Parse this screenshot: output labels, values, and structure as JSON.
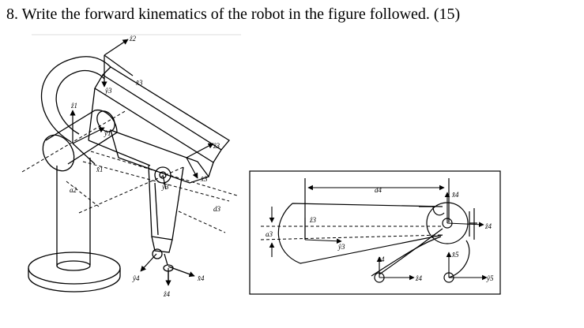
{
  "question": {
    "text": "8. Write the forward kinematics of the robot in the figure followed. (15)"
  },
  "figure_3d": {
    "labels": {
      "z_top": "ẑ2",
      "x_top": "x̂3",
      "y_upper": "ŷ3",
      "z_left": "ẑ1",
      "y_left": "ŷ1",
      "x_left": "x̂1",
      "z_right": "ẑ3",
      "x_right": "x̂3",
      "y_mid": "ŷ3",
      "d3": "d3",
      "a2": "a2",
      "y_bottom": "ŷ4",
      "z_bottom": "ẑ4",
      "x_bottom": "x̂4"
    }
  },
  "figure_2d": {
    "labels": {
      "d4": "d4",
      "a3": "a3",
      "z3": "ẑ3",
      "y3_mid": "ŷ3",
      "x4_upper": "x̂4",
      "z4_right": "ẑ4",
      "x4_lower": "x̂4",
      "x5": "x̂5",
      "z4_bottom": "ẑ4",
      "y5": "ŷ5"
    }
  }
}
